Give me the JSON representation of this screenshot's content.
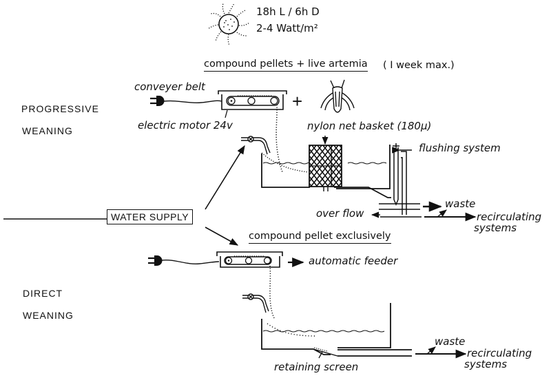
{
  "light_conditions": {
    "photoperiod": "18h L / 6h D",
    "intensity": "2-4 Watt/m²"
  },
  "progressive": {
    "title_line1": "PROGRESSIVE",
    "title_line2": "WEANING",
    "feed_heading": "compound pellets + live artemia",
    "feed_note": "( I week max.)",
    "conveyer_label": "conveyer belt",
    "motor_label": "electric motor 24v",
    "plus_sign": "+",
    "basket_label": "nylon net basket (180μ)",
    "flushing_label": "flushing system",
    "overflow_label": "over flow",
    "waste_label": "waste",
    "recirc_line1": "recirculating",
    "recirc_line2": "systems"
  },
  "water_supply": {
    "label": "WATER SUPPLY"
  },
  "direct": {
    "title_line1": "DIRECT",
    "title_line2": "WEANING",
    "feed_heading": "compound pellet exclusively",
    "feeder_label": "automatic feeder",
    "screen_label": "retaining screen",
    "waste_label": "waste",
    "recirc_line1": "recirculating",
    "recirc_line2": "systems"
  }
}
